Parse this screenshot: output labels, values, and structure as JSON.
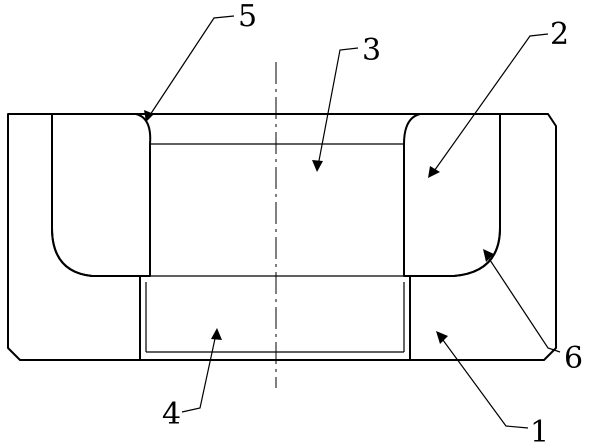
{
  "figure": {
    "description_kind": "cross-section engineering drawing",
    "callouts": [
      {
        "id": "c1",
        "text": "1"
      },
      {
        "id": "c2",
        "text": "2"
      },
      {
        "id": "c3",
        "text": "3"
      },
      {
        "id": "c4",
        "text": "4"
      },
      {
        "id": "c5",
        "text": "5"
      },
      {
        "id": "c6",
        "text": "6"
      }
    ],
    "colors": {
      "ink": "#000000",
      "paper": "#ffffff"
    }
  }
}
